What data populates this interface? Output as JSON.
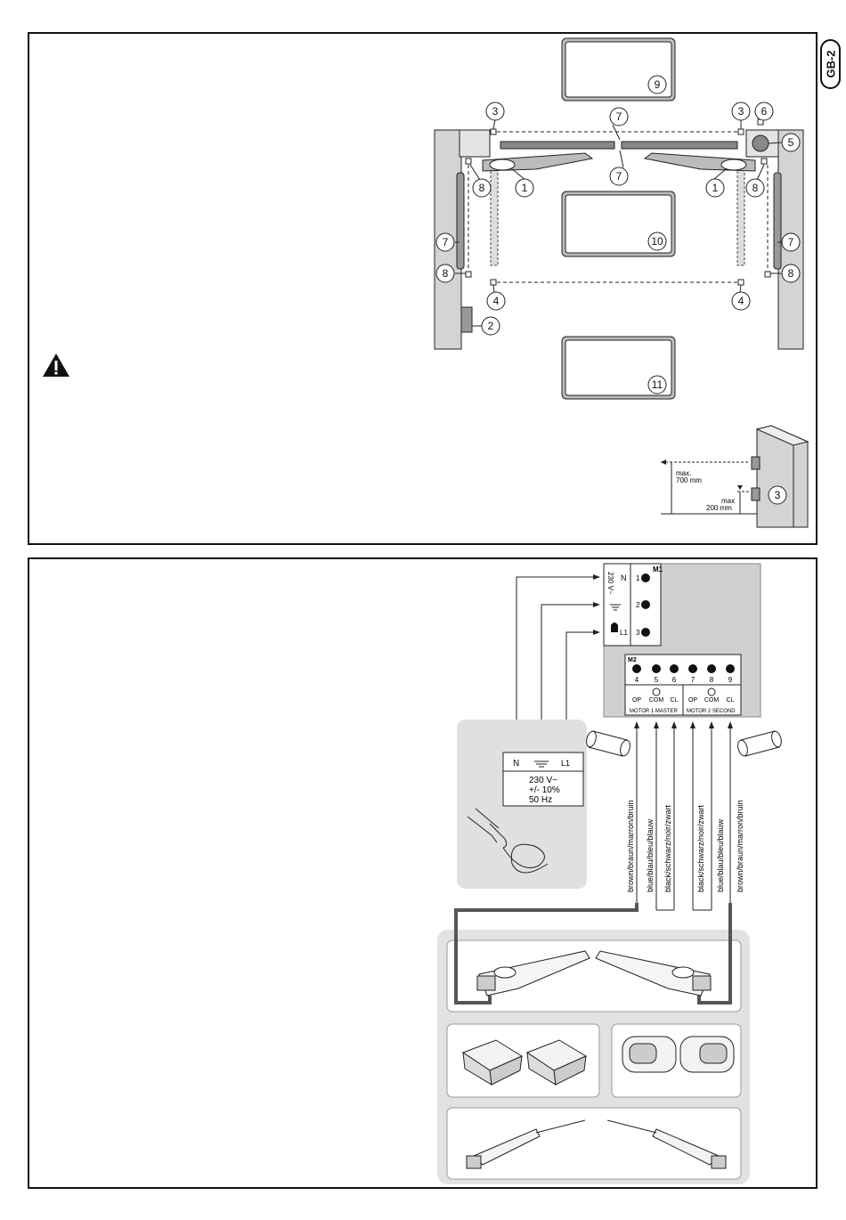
{
  "page_tab": "GB-2",
  "top_diagram": {
    "callouts": [
      "1",
      "2",
      "3",
      "4",
      "5",
      "6",
      "7",
      "8",
      "9",
      "10",
      "11"
    ],
    "dim_max_700": "max.",
    "dim_700_value": "700 mm",
    "dim_max_200": "max",
    "dim_200_value": "200 mm"
  },
  "wiring": {
    "m1_label": "M1",
    "m1_terminals": [
      "1",
      "2",
      "3"
    ],
    "m1_power_labels": {
      "n": "N",
      "l1": "L1",
      "voltage": "230 V~"
    },
    "m2_label": "M2",
    "m2_terminals": [
      "4",
      "5",
      "6",
      "7",
      "8",
      "9"
    ],
    "m2_functions": [
      "OP",
      "COM",
      "CL",
      "OP",
      "COM",
      "CL"
    ],
    "motor1_label": "MOTOR 1 MASTER",
    "motor2_label": "MOTOR 2 SECOND",
    "supply_labels": {
      "n": "N",
      "l1": "L1"
    },
    "supply_spec": [
      "230 V~",
      "+/- 10%",
      "50 Hz"
    ],
    "wire_colors_left": [
      "brown/braun/marron/bruin",
      "blue/blau/bleu/blauw",
      "black/schwarz/noir/zwart"
    ],
    "wire_colors_right": [
      "black/schwarz/noir/zwart",
      "blue/blau/bleu/blauw",
      "brown/braun/marron/bruin"
    ]
  }
}
